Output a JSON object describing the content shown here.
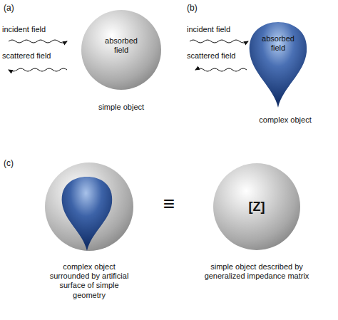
{
  "diagram": {
    "nodes": [
      {
        "text": [
          "absorbed field"
        ]
      },
      {
        "text": [
          "absorbed field"
        ]
      },
      {
        "text": [
          "[Z]"
        ]
      }
    ],
    "labels": [
      "(a)",
      "incident field",
      "scattered field",
      "simple object",
      "(b)",
      "incident field",
      "scattered field",
      "complex object",
      "(c)",
      "≡",
      "complex object surrounded by artificial surface of simple geometry",
      "simple object described by generalized impedance matrix"
    ]
  }
}
